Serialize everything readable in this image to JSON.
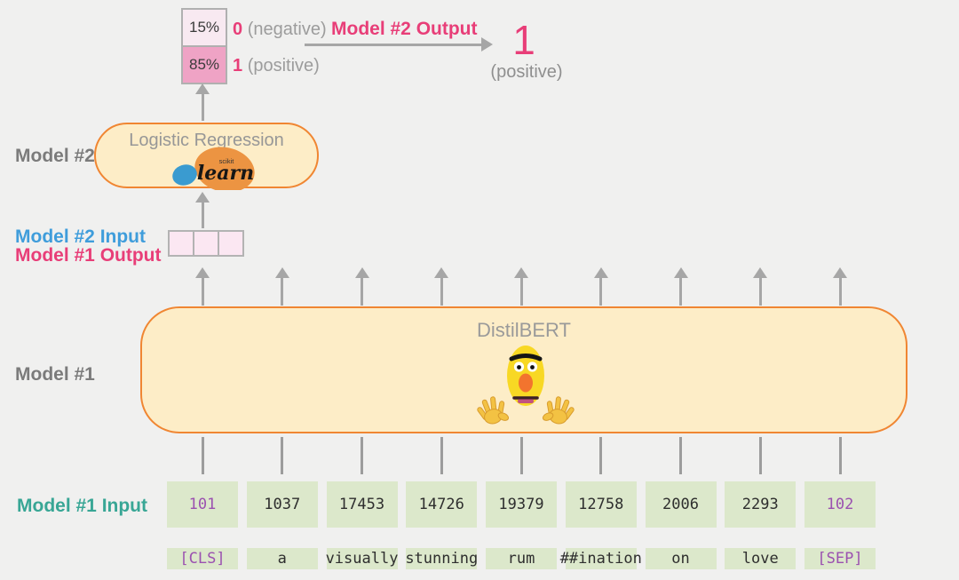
{
  "colors": {
    "background": "#f0f0ef",
    "pink_accent": "#e83e78",
    "blue_accent": "#3f9ddb",
    "teal_accent": "#38a695",
    "gray_label": "#7b7b7b",
    "box_fill": "#fdedc7",
    "box_border": "#f08632",
    "token_cell_green": "#dce8cb",
    "special_token_purple": "#9b51b0",
    "prob_cell_light": "#f8e9f1",
    "prob_cell_dark": "#efa3c5",
    "vector_cell_pink": "#fbe7f2",
    "arrow_gray": "#a6a6a6"
  },
  "output_panel": {
    "probabilities": [
      {
        "percent": "15%",
        "value": "0",
        "text": "(negative)"
      },
      {
        "percent": "85%",
        "value": "1",
        "text": "(positive)"
      }
    ],
    "arrow_label": "Model #2 Output",
    "result_value": "1",
    "result_text": "(positive)"
  },
  "model2": {
    "label": "Model #2",
    "box_title": "Logistic Regression",
    "logo_small_text": "scikit",
    "logo_script_text": "learn"
  },
  "io_labels": {
    "model2_input": "Model #2 Input",
    "model1_output": "Model #1 Output"
  },
  "model1": {
    "label": "Model #1",
    "box_title": "DistilBERT"
  },
  "input_row": {
    "label": "Model #1 Input",
    "token_ids": [
      "101",
      "1037",
      "17453",
      "14726",
      "19379",
      "12758",
      "2006",
      "2293",
      "102"
    ],
    "tokens": [
      "[CLS]",
      "a",
      "visually",
      "stunning",
      "rum",
      "##ination",
      "on",
      "love",
      "[SEP]"
    ],
    "special_indices": [
      0,
      8
    ],
    "num_positions": 9
  }
}
